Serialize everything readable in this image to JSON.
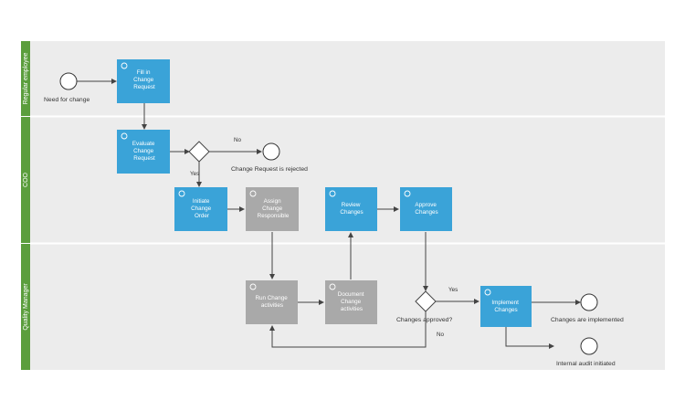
{
  "lanes": [
    {
      "id": "employee",
      "label": "Regular employee"
    },
    {
      "id": "coo",
      "label": "COO"
    },
    {
      "id": "qm",
      "label": "Quality Manager"
    }
  ],
  "tasks": [
    {
      "id": "fill",
      "lines": [
        "Fill in",
        "Change",
        "Request"
      ],
      "color": "blue"
    },
    {
      "id": "evaluate",
      "lines": [
        "Evaluate",
        "Change",
        "Request"
      ],
      "color": "blue"
    },
    {
      "id": "initiate",
      "lines": [
        "Initiate",
        "Change",
        "Order"
      ],
      "color": "blue"
    },
    {
      "id": "assign",
      "lines": [
        "Assign",
        "Change",
        "Responsible"
      ],
      "color": "gray"
    },
    {
      "id": "review",
      "lines": [
        "Review",
        "Changes"
      ],
      "color": "blue"
    },
    {
      "id": "approve",
      "lines": [
        "Approve",
        "Changes"
      ],
      "color": "blue"
    },
    {
      "id": "run",
      "lines": [
        "Run Change",
        "activities"
      ],
      "color": "gray"
    },
    {
      "id": "document",
      "lines": [
        "Document",
        "Change",
        "activities"
      ],
      "color": "gray"
    },
    {
      "id": "implement",
      "lines": [
        "Implement",
        "Changes"
      ],
      "color": "blue"
    }
  ],
  "events": {
    "start": "Need for change",
    "rejected": "Change Request is rejected",
    "implemented": "Changes are implemented",
    "audit": "Internal audit initiated"
  },
  "gateways": {
    "evaluate_question": "",
    "approved_question": "Changes approved?"
  },
  "flow_labels": {
    "no_top": "No",
    "yes_top": "Yes",
    "yes_bottom": "Yes",
    "no_bottom": "No"
  },
  "colors": {
    "task_blue": "#3aa3d8",
    "task_gray": "#a9a9a9",
    "lane_bar": "#5b9e3d",
    "lane_bg": "#ececec"
  }
}
